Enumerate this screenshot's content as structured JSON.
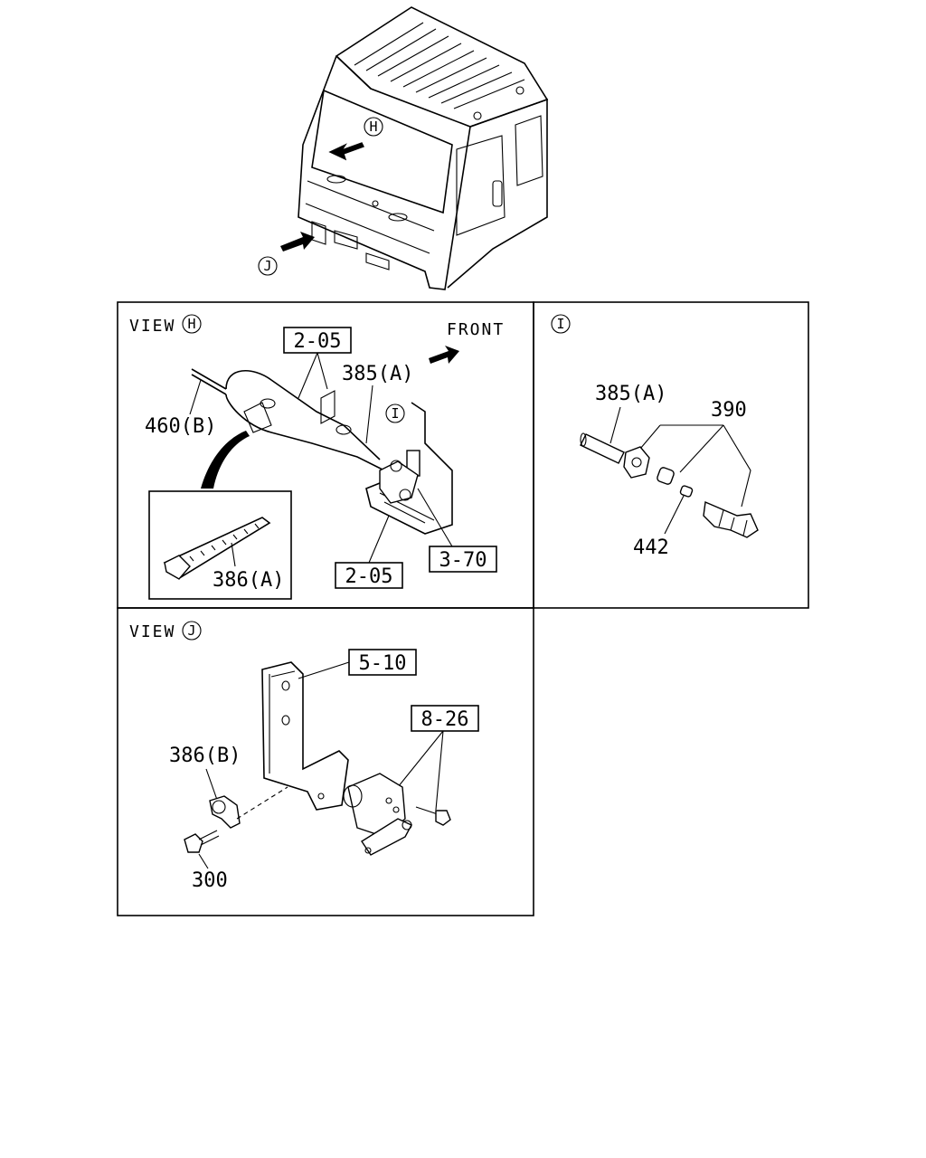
{
  "overview": {
    "marker_h": "H",
    "marker_j": "J"
  },
  "panel_h": {
    "view_prefix": "VIEW",
    "view_marker": "H",
    "front_label": "FRONT",
    "ref_2_05_top": "2-05",
    "ref_2_05_bottom": "2-05",
    "ref_3_70": "3-70",
    "label_385a": "385(A)",
    "label_460b": "460(B)",
    "label_386a": "386(A)",
    "marker_i": "I"
  },
  "panel_i": {
    "marker_i": "I",
    "label_385a": "385(A)",
    "label_390": "390",
    "label_442": "442"
  },
  "panel_j": {
    "view_prefix": "VIEW",
    "view_marker": "J",
    "ref_5_10": "5-10",
    "ref_8_26": "8-26",
    "label_386b": "386(B)",
    "label_300": "300"
  }
}
